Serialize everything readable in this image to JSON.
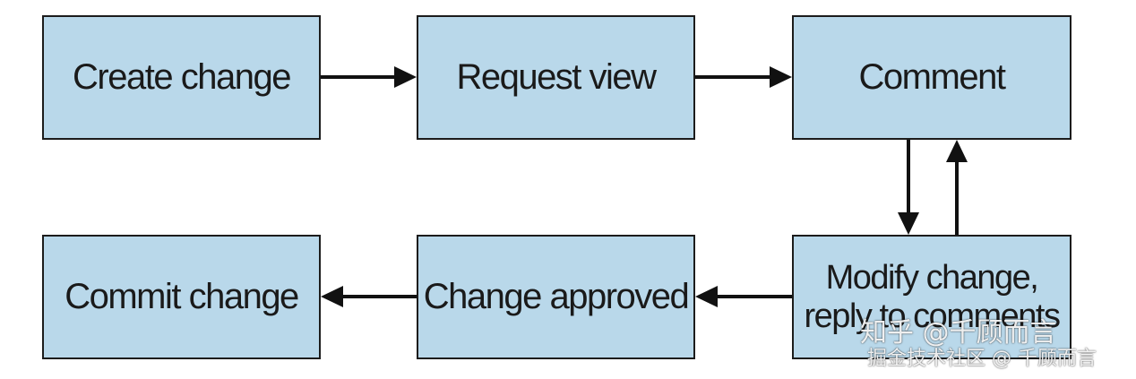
{
  "nodes": {
    "create_change": "Create change",
    "request_view": "Request view",
    "comment": "Comment",
    "commit_change": "Commit change",
    "change_approved": "Change approved",
    "modify_change": "Modify change,\nreply to comments"
  },
  "watermark": {
    "line1": "知乎 @千顾而言",
    "line2": "掘金技术社区 @ 千顾而言"
  },
  "colors": {
    "box_fill": "#b9d8ea",
    "border": "#1c1c1c"
  }
}
